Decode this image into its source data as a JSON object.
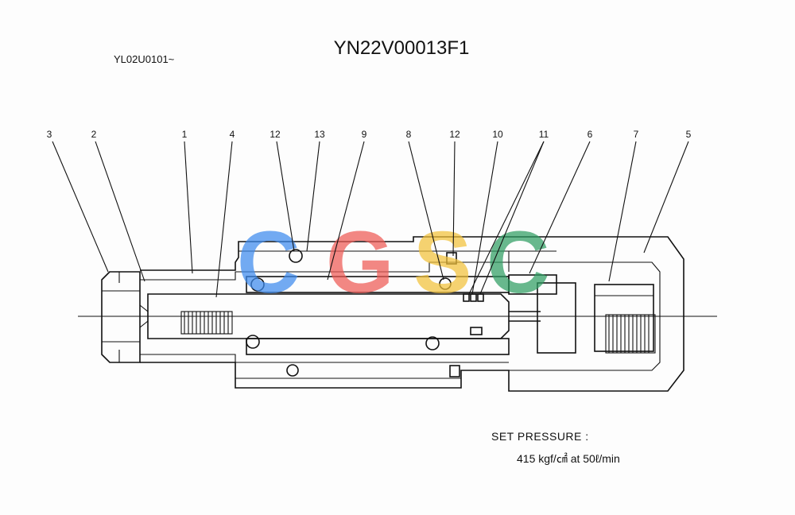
{
  "header": {
    "model_code": "YN22V00013F1",
    "serial_range": "YL02U0101~"
  },
  "callouts": [
    "3",
    "2",
    "1",
    "4",
    "12",
    "13",
    "9",
    "8",
    "12",
    "10",
    "11",
    "6",
    "7",
    "5"
  ],
  "watermark": {
    "letters": [
      "C",
      "G",
      "S",
      "C"
    ],
    "colors": [
      "#3d8bef",
      "#ef5a55",
      "#f2c23a",
      "#2f9e63"
    ]
  },
  "spec": {
    "label": "SET PRESSURE :",
    "value": "415 kgf/㎠  at  50ℓ/min"
  }
}
